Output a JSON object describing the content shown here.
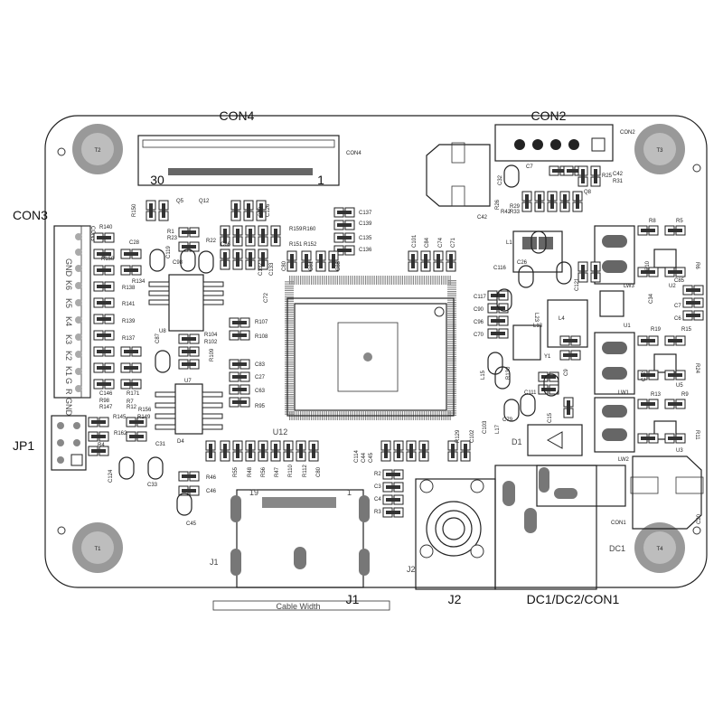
{
  "connectors": {
    "con4": "CON4",
    "con4_small": "CON4",
    "con4_pin30": "30",
    "con4_pin1": "1",
    "con2": "CON2",
    "con2_small": "CON2",
    "con3": "CON3",
    "con3_small": "CON3",
    "jp1": "JP1",
    "j1": "J1",
    "j1_small": "J1",
    "j1_pin19": "19",
    "j1_pin1": "1",
    "j2": "J2",
    "j2_small": "J2",
    "dc": "DC1/DC2/CON1",
    "dc1_small": "DC1",
    "dc1_mark": "D1",
    "con1_small": "CON1",
    "cable_width": "Cable Width"
  },
  "con3_pins": [
    "GND",
    "K6",
    "K5",
    "K4",
    "K3",
    "K2",
    "K1",
    "G",
    "R",
    "GND"
  ],
  "mounting_holes": [
    "T2",
    "T3",
    "T1",
    "T4"
  ],
  "chips": {
    "u12": "U12",
    "u8": "U8",
    "u7": "U7",
    "u1": "U1",
    "u2": "U2",
    "u5": "U5",
    "u3": "U3",
    "lw1": "LW1",
    "lw2": "LW2",
    "lw3": "LW3",
    "y1": "Y1",
    "l1": "L1",
    "l4": "L4"
  },
  "component_labels": [
    "R140",
    "R158",
    "R138",
    "R141",
    "R139",
    "R137",
    "R134",
    "C28",
    "C146",
    "R171",
    "R7",
    "R147",
    "R98",
    "R12",
    "R145",
    "R149",
    "R162",
    "R4",
    "R156",
    "C31",
    "C124",
    "C33",
    "R150",
    "R156",
    "Q5",
    "Q12",
    "C30",
    "C126",
    "R23",
    "R22",
    "R1",
    "C98",
    "C66",
    "C119",
    "R159",
    "R160",
    "R151",
    "R152",
    "C137",
    "C139",
    "C135",
    "C136",
    "C101",
    "C84",
    "C74",
    "C71",
    "C80",
    "C81",
    "C85",
    "C72",
    "C132",
    "C133",
    "R107",
    "R108",
    "R104",
    "R102",
    "R109",
    "C83",
    "C27",
    "C63",
    "R95",
    "C87",
    "R46",
    "C46",
    "C45",
    "D4",
    "R55",
    "R48",
    "R56",
    "R47",
    "R110",
    "R112",
    "C80",
    "C114",
    "C44",
    "C45",
    "R2",
    "C3",
    "C4",
    "R3",
    "R129",
    "C102",
    "C103",
    "L17",
    "C32",
    "C2",
    "C7",
    "R26",
    "R42",
    "R29",
    "R33",
    "R25",
    "R31",
    "C42",
    "Q8",
    "R8",
    "R5",
    "R6",
    "C85",
    "C7",
    "C6",
    "R19",
    "R15",
    "R24",
    "R13",
    "R9",
    "R11",
    "C116",
    "C117",
    "C90",
    "C96",
    "C70",
    "L23",
    "L13",
    "R130",
    "L15",
    "C111",
    "C79",
    "C15",
    "C121",
    "C9",
    "C10",
    "C34",
    "C12",
    "C26",
    "C20"
  ],
  "colors": {
    "stroke": "#222222",
    "pad_fill": "#333333",
    "mount_hole": "#9a9a9a",
    "background": "#ffffff"
  }
}
